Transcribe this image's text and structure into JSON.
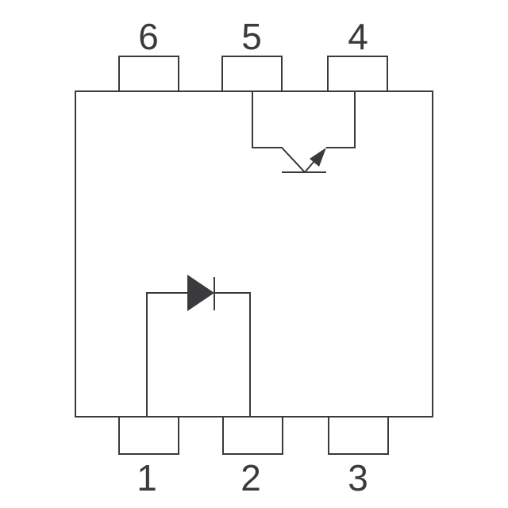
{
  "diagram": {
    "pins_top": [
      {
        "label": "6"
      },
      {
        "label": "5"
      },
      {
        "label": "4"
      }
    ],
    "pins_bottom": [
      {
        "label": "1"
      },
      {
        "label": "2"
      },
      {
        "label": "3"
      }
    ],
    "components": [
      "photodiode-led",
      "phototransistor"
    ],
    "line_color": "#3a3a3c"
  }
}
